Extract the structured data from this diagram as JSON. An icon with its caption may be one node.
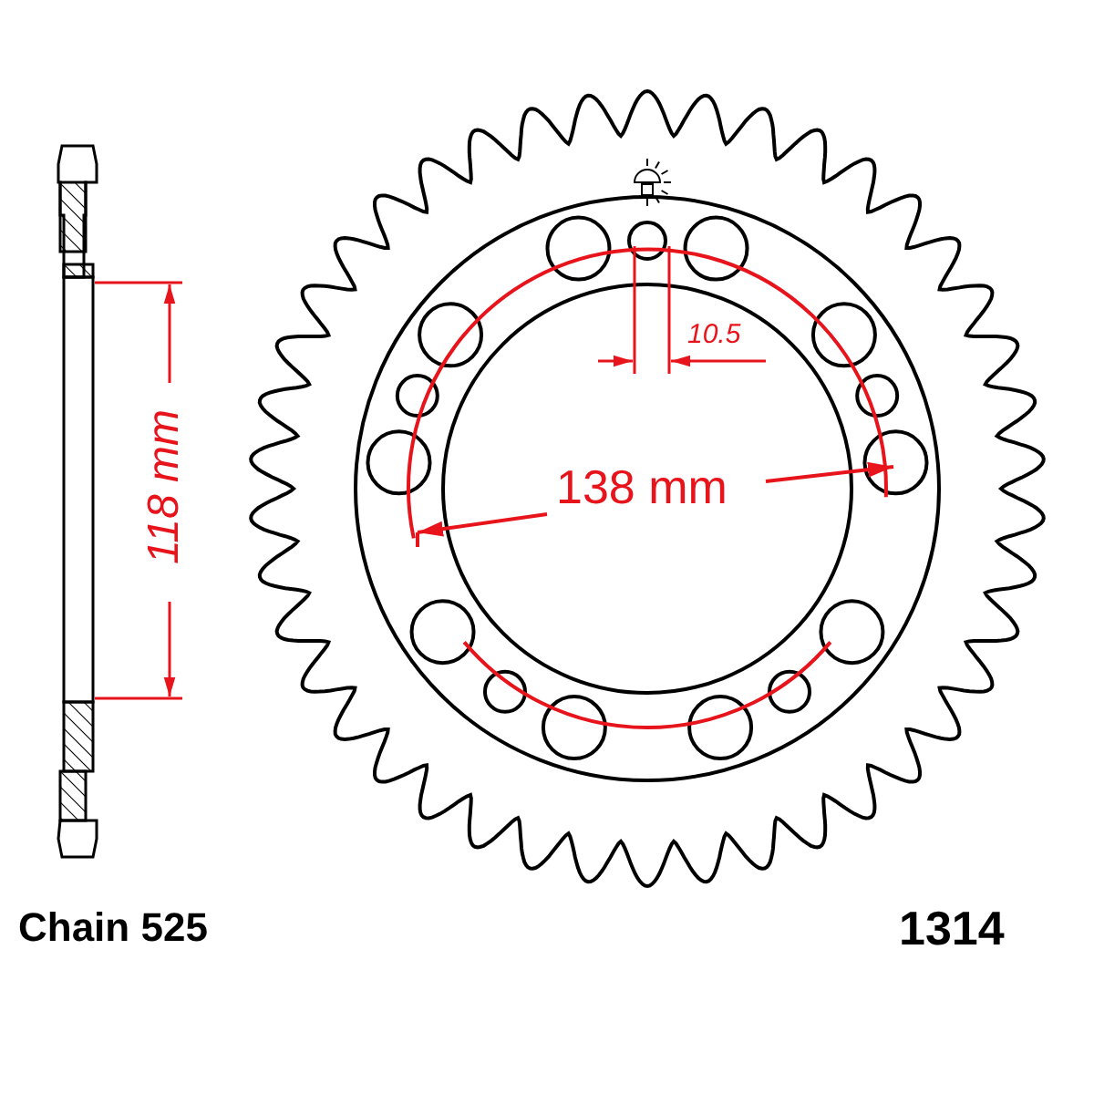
{
  "diagram": {
    "labels": [
      "118 mm",
      "10.5",
      "138 mm",
      "Chain 525",
      "1314"
    ]
  }
}
